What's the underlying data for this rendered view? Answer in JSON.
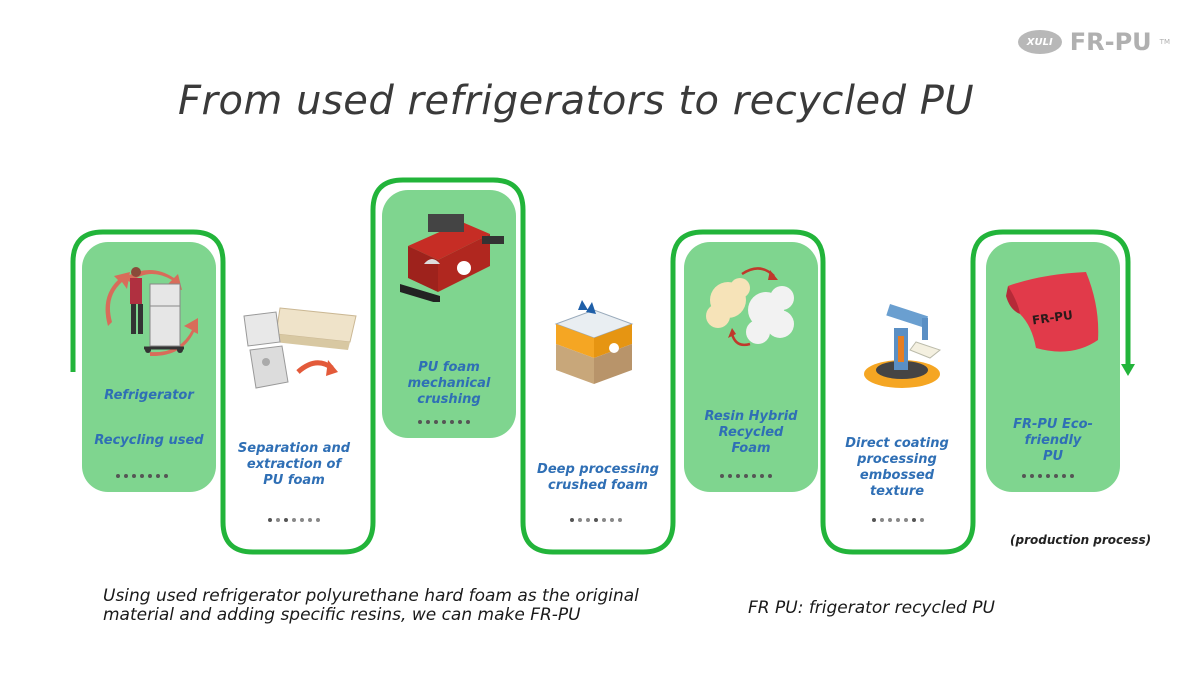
{
  "header": {
    "title": "From used refrigerators to recycled PU",
    "logo_badge": "XULI",
    "logo_text": "FR-PU",
    "logo_tm": "TM"
  },
  "steps": [
    {
      "lines": [
        "Refrigerator"
      ],
      "line2": "Recycling used",
      "icon": "refrigerator-recycling-icon"
    },
    {
      "lines": [
        "Separation and",
        "extraction of",
        "PU foam"
      ],
      "icon": "foam-separation-icon"
    },
    {
      "lines": [
        "PU foam",
        "mechanical",
        "crushing"
      ],
      "icon": "crusher-machine-icon"
    },
    {
      "lines": [
        "Deep processing",
        "crushed foam"
      ],
      "icon": "foam-processing-box-icon"
    },
    {
      "lines": [
        "Resin Hybrid",
        "Recycled",
        "Foam"
      ],
      "icon": "resin-hybrid-foam-icon"
    },
    {
      "lines": [
        "Direct coating",
        "processing embossed",
        "texture"
      ],
      "icon": "coating-robot-arm-icon"
    },
    {
      "lines": [
        "FR-PU Eco-",
        "friendly",
        "PU"
      ],
      "icon": "fr-pu-sheet-icon",
      "sheet_label": "FR-PU"
    }
  ],
  "process_label": "(production process)",
  "note": {
    "line1": "Using used refrigerator polyurethane hard foam as the original",
    "line2": "material and adding specific resins, we can make FR-PU"
  },
  "definition": "FR PU: frigerator recycled PU",
  "colors": {
    "card_fill": "#7fd58f",
    "path_stroke": "#22b43a",
    "step_text": "#2f6fb5",
    "title": "#3a3a3a"
  }
}
